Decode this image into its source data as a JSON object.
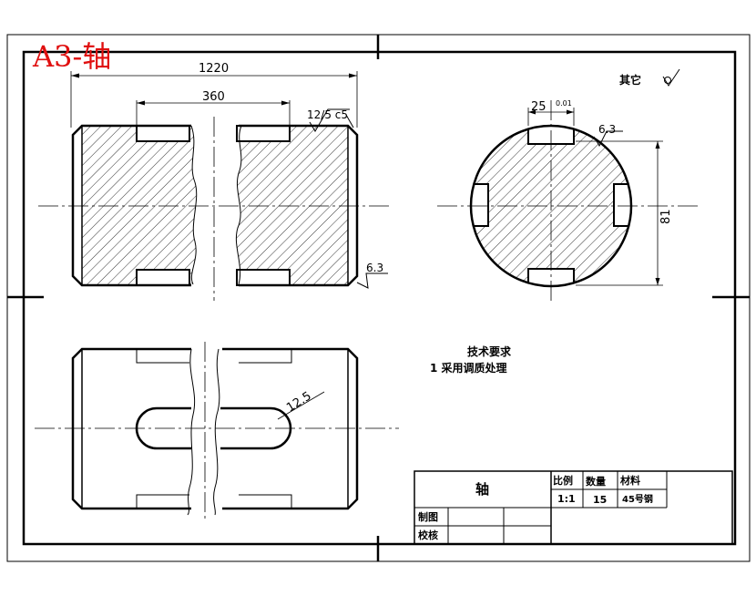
{
  "sheet_label": "A3-轴",
  "dimensions": {
    "overall_length": "1220",
    "inner_length": "360",
    "surface_finish_top": "12/5 c5",
    "surface_finish_end": "6.3",
    "keyway_width": "25",
    "keyway_tolerance": "0.01",
    "keyway_finish": "6.3",
    "depth": "81",
    "slot_dim": "12.5"
  },
  "other_note": "其它",
  "technical_requirements": {
    "title": "技术要求",
    "item_1": "1 采用调质处理"
  },
  "title_block": {
    "part_name": "轴",
    "scale_label": "比例",
    "qty_label": "数量",
    "material_label": "材料",
    "scale_value": "1:1",
    "qty_value": "15",
    "material_value": "45号钢",
    "drawn_label": "制图",
    "checked_label": "校核"
  },
  "colors": {
    "label_red": "#e01010",
    "line": "#000000"
  }
}
